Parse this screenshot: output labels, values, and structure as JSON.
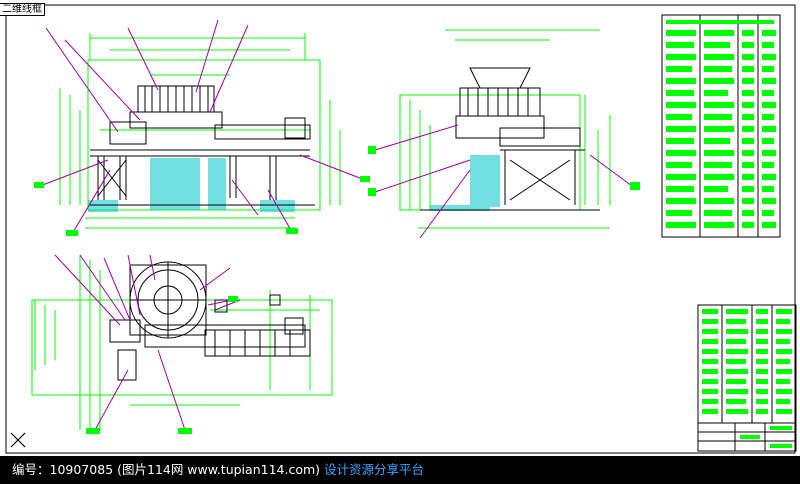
{
  "drawing": {
    "tab_label": "二维线框",
    "line_color": "#00ff00",
    "leader_color": "#a000a0",
    "foundation_color": "#00c8c8",
    "machine_color": "#000000",
    "border_color": "#000000"
  },
  "footer": {
    "id_text": "编号：10907085 (图片114网 www.tupian114.com)",
    "link_text": "设计资源分享平台",
    "text_color": "#ffffff",
    "link_color": "#3aa3ff",
    "background": "#000000"
  }
}
